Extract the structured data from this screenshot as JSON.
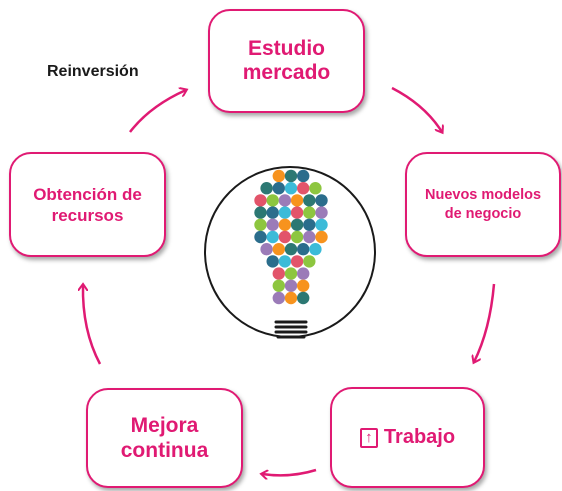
{
  "diagram": {
    "nodes": {
      "estudio": [
        "Estudio",
        "mercado"
      ],
      "nuevos": [
        "Nuevos modelos",
        "de negocio"
      ],
      "trabajo": "Trabajo",
      "mejora": [
        "Mejora",
        "continua"
      ],
      "obtencion": [
        "Obtención de",
        "recursos"
      ]
    },
    "reinversion_label": "Reinversión",
    "trabajo_icon": "upload-arrow-icon",
    "center_icon": "lightbulb-icon"
  },
  "colors": {
    "accent": "#e01a73",
    "dots": [
      "#f7931e",
      "#8dc63f",
      "#3bbbd8",
      "#2c7873",
      "#9b7bb8",
      "#e2546a",
      "#2b6d8c"
    ]
  }
}
